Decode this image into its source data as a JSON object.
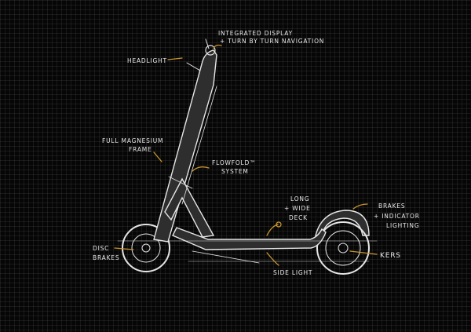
{
  "labels": {
    "display_line1": "INTEGRATED DISPLAY",
    "display_line2": "+ TURN BY TURN NAVIGATION",
    "headlight": "HEADLIGHT",
    "frame_line1": "FULL MAGNESIUM",
    "frame_line2": "FRAME",
    "flowfold_line1": "FLOWFOLD™",
    "flowfold_line2": "SYSTEM",
    "deck_line1": "LONG",
    "deck_line2": "+ WIDE",
    "deck_line3": "DECK",
    "brakes_line1": "BRAKES",
    "brakes_line2": "+ INDICATOR",
    "brakes_line3": "LIGHTING",
    "disc_line1": "DISC",
    "disc_line2": "BRAKES",
    "kers": "KERS",
    "side_light": "SIDE LIGHT"
  },
  "colors": {
    "accent": "#c8952e",
    "sketch": "#e6e6e6",
    "background": "#060606"
  }
}
